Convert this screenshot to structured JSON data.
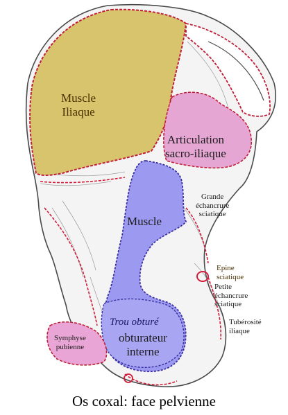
{
  "caption": "Os coxal: face pelvienne",
  "labels": {
    "muscle_iliaque": [
      "Muscle",
      "Iliaque"
    ],
    "articulation": [
      "Articulation",
      "sacro-iliaque"
    ],
    "grande_echancrure": [
      "Grande",
      "échancrure",
      "sciatique"
    ],
    "muscle": "Muscle",
    "epine": [
      "Epine",
      "sciatique"
    ],
    "petite_echancrure": [
      "Petite",
      "échancrure",
      "sciatique"
    ],
    "tuberosite": [
      "Tubérosité",
      "iliaque"
    ],
    "trou_obture": "Trou obturé",
    "obturateur_interne": [
      "obturateur",
      "interne"
    ],
    "symphyse": [
      "Symphyse",
      "pubienne"
    ]
  },
  "colors": {
    "iliaque": "#d9c46e",
    "sacro_iliaque": "#e6a6d4",
    "obturateur": "#9c9af0",
    "symphyse": "#e8a5d5",
    "bone_line": "#4a4a4a",
    "attachment_red": "#d01c3a"
  }
}
